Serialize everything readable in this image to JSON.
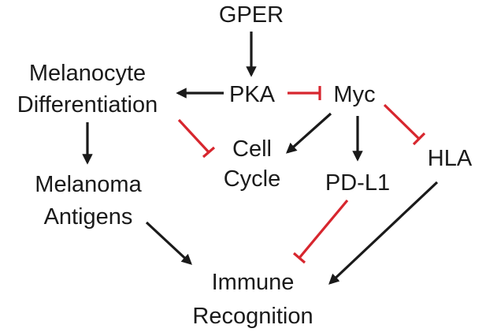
{
  "nodes": {
    "gper": "GPER",
    "pka": "PKA",
    "myc": "Myc",
    "melanocyte_line1": "Melanocyte",
    "melanocyte_line2": "Differentiation",
    "cell_cycle_line1": "Cell",
    "cell_cycle_line2": "Cycle",
    "pdl1": "PD-L1",
    "hla": "HLA",
    "melanoma_line1": "Melanoma",
    "melanoma_line2": "Antigens",
    "immune_line1": "Immune",
    "immune_line2": "Recognition"
  },
  "colors": {
    "text": "#1a1a1a",
    "activation": "#1a1a1a",
    "inhibition": "#d7262e"
  },
  "edges": [
    {
      "from": "GPER",
      "to": "PKA",
      "type": "activation"
    },
    {
      "from": "PKA",
      "to": "Melanocyte Differentiation",
      "type": "activation"
    },
    {
      "from": "PKA",
      "to": "Myc",
      "type": "inhibition"
    },
    {
      "from": "Melanocyte Differentiation",
      "to": "Melanoma Antigens",
      "type": "activation"
    },
    {
      "from": "Melanocyte Differentiation",
      "to": "Cell Cycle",
      "type": "inhibition"
    },
    {
      "from": "Myc",
      "to": "Cell Cycle",
      "type": "activation"
    },
    {
      "from": "Myc",
      "to": "PD-L1",
      "type": "activation"
    },
    {
      "from": "Myc",
      "to": "HLA",
      "type": "inhibition"
    },
    {
      "from": "Melanoma Antigens",
      "to": "Immune Recognition",
      "type": "activation"
    },
    {
      "from": "PD-L1",
      "to": "Immune Recognition",
      "type": "inhibition"
    },
    {
      "from": "HLA",
      "to": "Immune Recognition",
      "type": "activation"
    }
  ]
}
